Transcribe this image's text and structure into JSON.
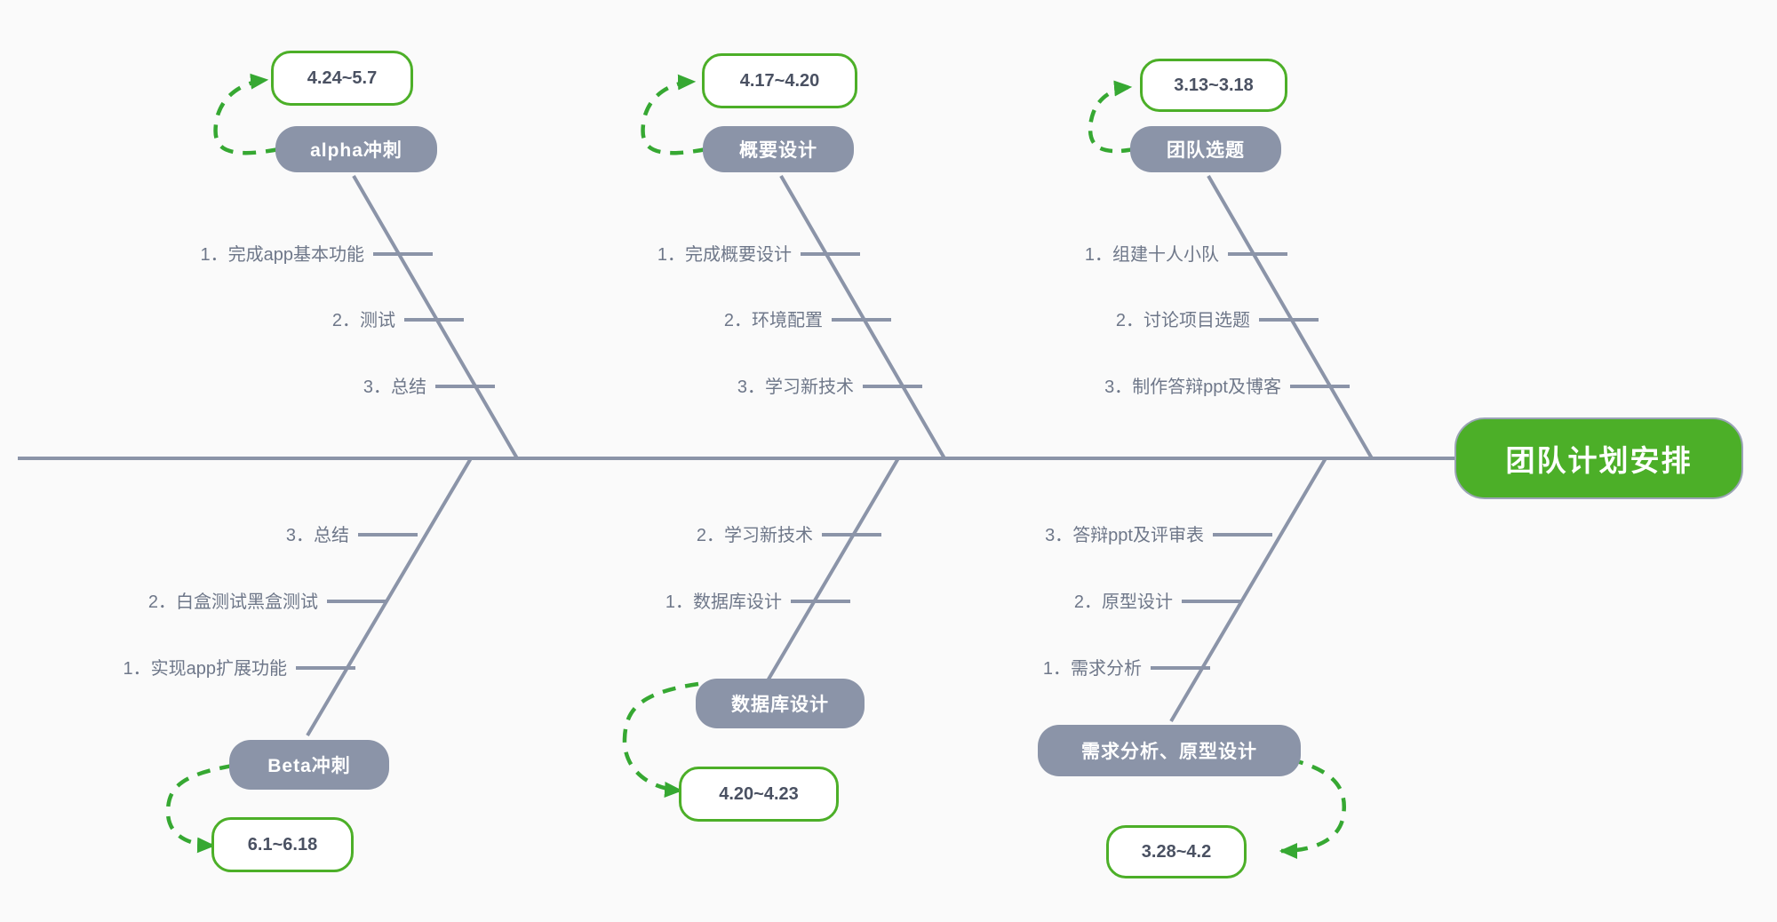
{
  "diagram": {
    "type": "fishbone",
    "title": "团队计划安排",
    "colors": {
      "background": "#fafafa",
      "head_fill": "#4caf28",
      "category_fill": "#8b94a8",
      "bone_stroke": "#8b94a8",
      "pill_border": "#4caf28",
      "pill_text": "#4a5162",
      "sub_text": "#6e7789",
      "arrow": "#36a832"
    }
  },
  "head": {
    "label": "团队计划安排"
  },
  "branches": [
    {
      "id": "alpha-sprint",
      "label": "alpha冲刺",
      "date": "4.24~5.7",
      "side": "top",
      "arrow_side": "left",
      "items": [
        {
          "num": "1．",
          "text": "完成app基本功能"
        },
        {
          "num": "2．",
          "text": "测试"
        },
        {
          "num": "3．",
          "text": "总结"
        }
      ]
    },
    {
      "id": "outline-design",
      "label": "概要设计",
      "date": "4.17~4.20",
      "side": "top",
      "arrow_side": "left",
      "items": [
        {
          "num": "1．",
          "text": "完成概要设计"
        },
        {
          "num": "2．",
          "text": "环境配置"
        },
        {
          "num": "3．",
          "text": "学习新技术"
        }
      ]
    },
    {
      "id": "team-topic",
      "label": "团队选题",
      "date": "3.13~3.18",
      "side": "top",
      "arrow_side": "left",
      "items": [
        {
          "num": "1．",
          "text": "组建十人小队"
        },
        {
          "num": "2．",
          "text": "讨论项目选题"
        },
        {
          "num": "3．",
          "text": "制作答辩ppt及博客"
        }
      ]
    },
    {
      "id": "beta-sprint",
      "label": "Beta冲刺",
      "date": "6.1~6.18",
      "side": "bottom",
      "arrow_side": "left",
      "items": [
        {
          "num": "1．",
          "text": "实现app扩展功能"
        },
        {
          "num": "2．",
          "text": "白盒测试黑盒测试"
        },
        {
          "num": "3．",
          "text": "总结"
        }
      ]
    },
    {
      "id": "database-design",
      "label": "数据库设计",
      "date": "4.20~4.23",
      "side": "bottom",
      "arrow_side": "left",
      "items": [
        {
          "num": "1．",
          "text": "数据库设计"
        },
        {
          "num": "2．",
          "text": "学习新技术"
        }
      ]
    },
    {
      "id": "requirements-prototype",
      "label": "需求分析、原型设计",
      "date": "3.28~4.2",
      "side": "bottom",
      "arrow_side": "right",
      "items": [
        {
          "num": "1．",
          "text": "需求分析"
        },
        {
          "num": "2．",
          "text": "原型设计"
        },
        {
          "num": "3．",
          "text": "答辩ppt及评审表"
        }
      ]
    }
  ]
}
